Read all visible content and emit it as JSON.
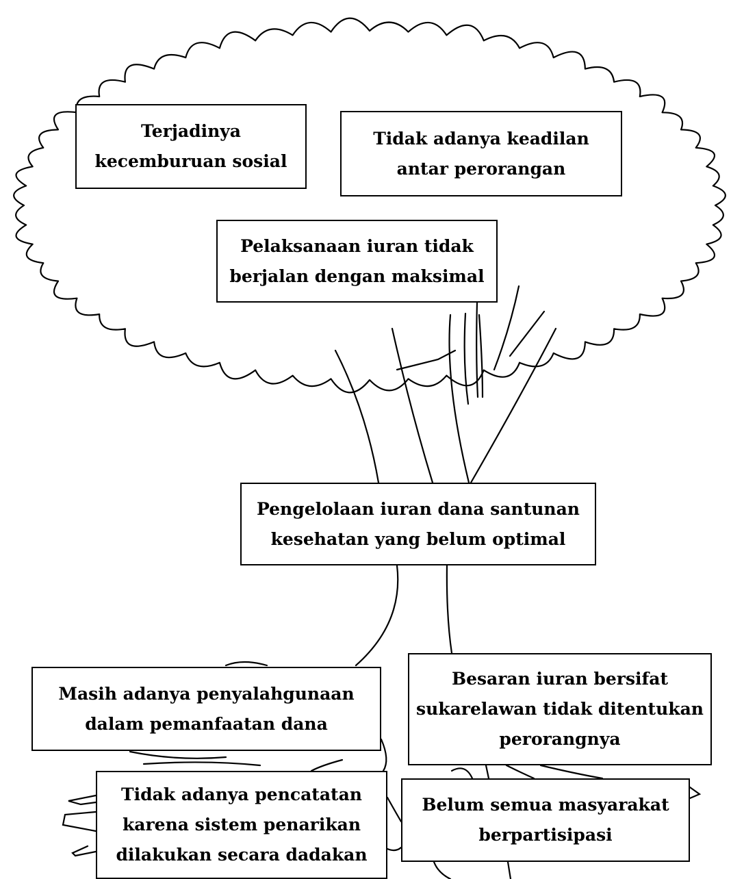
{
  "diagram": {
    "type": "problem-tree",
    "colors": {
      "line": "#000000",
      "box_border": "#000000",
      "box_fill": "#ffffff",
      "text": "#000000"
    },
    "effects": [
      {
        "id": "effect-1",
        "text": "Terjadinya kecemburuan sosial"
      },
      {
        "id": "effect-2",
        "text": "Tidak adanya keadilan antar perorangan"
      },
      {
        "id": "effect-3",
        "text": "Pelaksanaan iuran tidak berjalan dengan maksimal"
      }
    ],
    "core_problem": {
      "id": "core",
      "text": "Pengelolaan iuran dana santunan kesehatan yang belum optimal"
    },
    "causes": [
      {
        "id": "cause-1",
        "text": "Masih adanya penyalahgunaan dalam pemanfaatan dana"
      },
      {
        "id": "cause-2",
        "text": "Besaran iuran bersifat sukarelawan tidak ditentukan perorangnya"
      },
      {
        "id": "cause-3",
        "text": "Tidak adanya pencatatan karena sistem penarikan dilakukan secara dadakan"
      },
      {
        "id": "cause-4",
        "text": "Belum semua masyarakat berpartisipasi"
      }
    ]
  }
}
